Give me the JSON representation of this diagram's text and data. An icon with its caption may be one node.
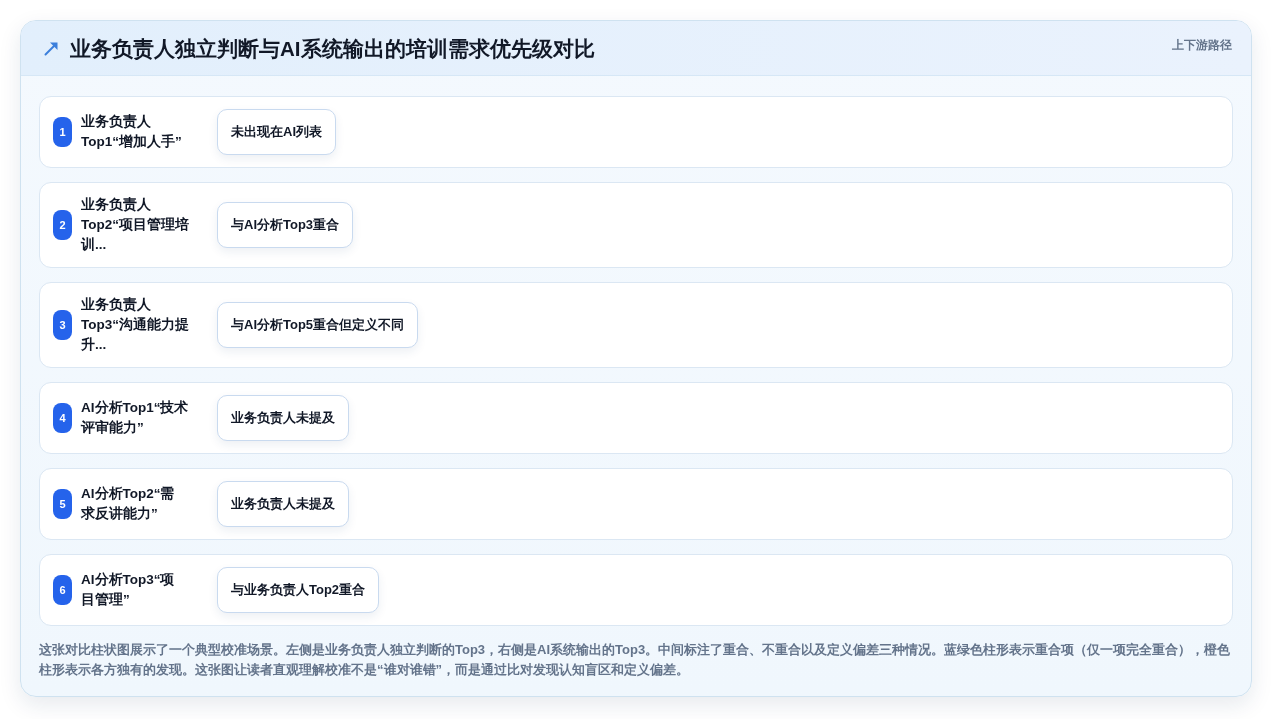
{
  "diagram": {
    "title": "业务负责人独立判断与AI系统输出的培训需求优先级对比",
    "nodes": [
      {
        "text": [
          "业务负责人Top1“增加人手”"
        ]
      },
      {
        "text": [
          "1"
        ],
        "in": 0
      },
      {
        "text": [
          "未出现在AI列表"
        ],
        "in": 0
      },
      {
        "text": [
          "业务负责人Top2“项目管理培训..."
        ]
      },
      {
        "text": [
          "2"
        ],
        "in": 3
      },
      {
        "text": [
          "与AI分析Top3重合"
        ],
        "in": 3
      },
      {
        "text": [
          "业务负责人Top3“沟通能力提升..."
        ]
      },
      {
        "text": [
          "3"
        ],
        "in": 6
      },
      {
        "text": [
          "与AI分析Top5重合但定义不同"
        ],
        "in": 6
      },
      {
        "text": [
          "AI分析Top1“技术评审能力”"
        ]
      },
      {
        "text": [
          "4"
        ],
        "in": 9
      },
      {
        "text": [
          "业务负责人未提及"
        ],
        "in": 9
      },
      {
        "text": [
          "AI分析Top2“需求反讲能力”"
        ]
      },
      {
        "text": [
          "5"
        ],
        "in": 12
      },
      {
        "text": [
          "业务负责人未提及"
        ],
        "in": 12
      },
      {
        "text": [
          "AI分析Top3“项目管理”"
        ]
      },
      {
        "text": [
          "6"
        ],
        "in": 15
      },
      {
        "text": [
          "与业务负责人Top2重合"
        ],
        "in": 15
      }
    ],
    "labels": [
      "上下游路径"
    ],
    "caption": "这张对比柱状图展示了一个典型校准场景。左侧是业务负责人独立判断的Top3，右侧是AI系统输出的Top3。中间标注了重合、不重合以及定义偏差三种情况。蓝绿色柱形表示重合项（仅一项完全重合），橙色柱形表示各方独有的发现。这张图让读者直观理解校准不是“谁对谁错”，而是通过比对发现认知盲区和定义偏差。"
  }
}
